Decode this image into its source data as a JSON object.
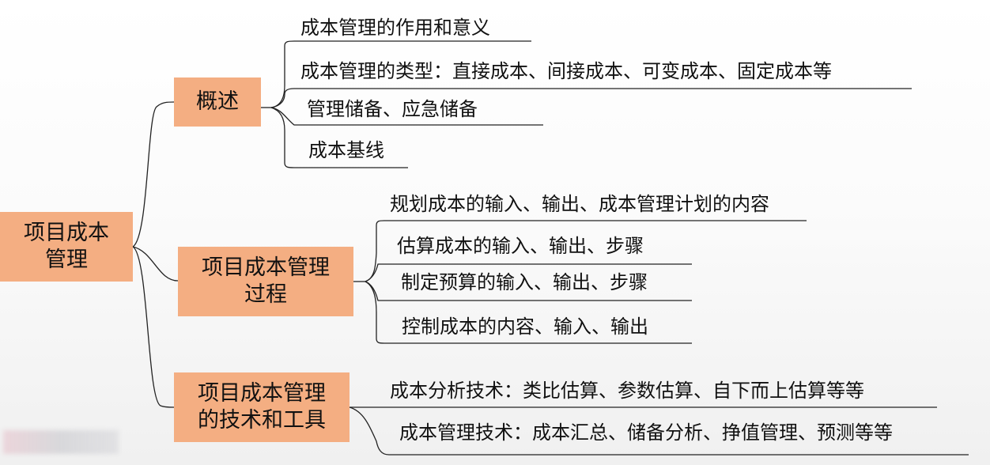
{
  "root": {
    "lines": [
      "项目成本",
      "管理"
    ]
  },
  "branches": [
    {
      "lines": [
        "概述"
      ],
      "items": [
        "成本管理的作用和意义",
        "成本管理的类型：直接成本、间接成本、可变成本、固定成本等",
        "管理储备、应急储备",
        "成本基线"
      ]
    },
    {
      "lines": [
        "项目成本管理",
        "过程"
      ],
      "items": [
        "规划成本的输入、输出、成本管理计划的内容",
        "估算成本的输入、输出、步骤",
        "制定预算的输入、输出、步骤",
        "控制成本的内容、输入、输出"
      ]
    },
    {
      "lines": [
        "项目成本管理",
        "的技术和工具"
      ],
      "items": [
        "成本分析技术：类比估算、参数估算、自下而上估算等等",
        "成本管理技术：成本汇总、储备分析、挣值管理、预测等等"
      ]
    }
  ],
  "colors": {
    "node_fill": "#f4ae82",
    "line": "#222222"
  }
}
